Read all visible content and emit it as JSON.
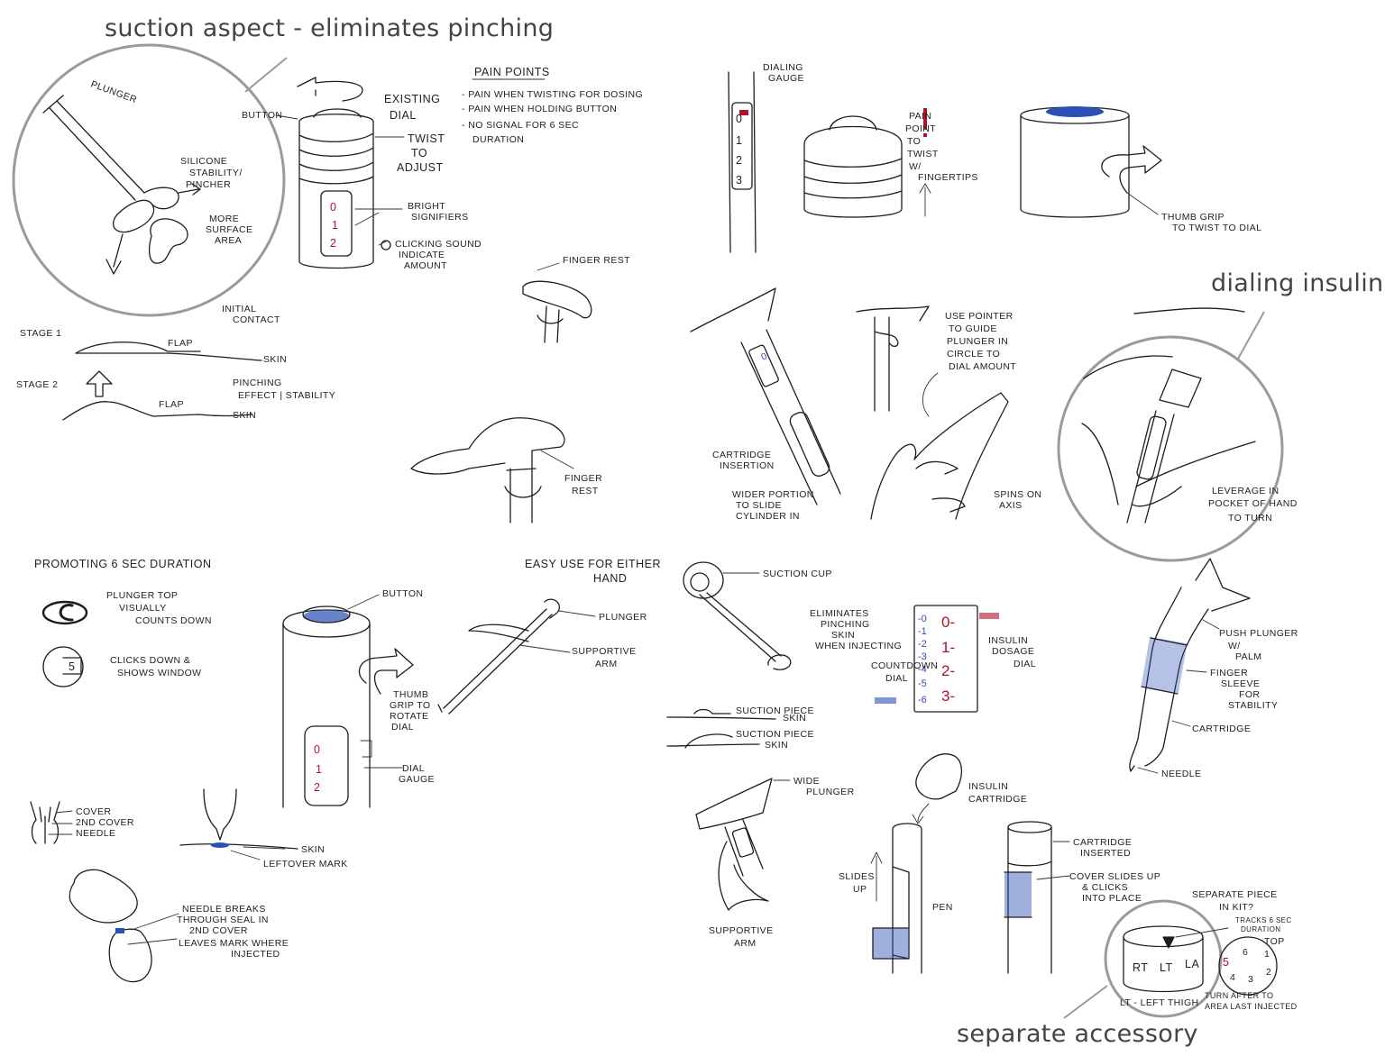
{
  "callouts": {
    "suction": "suction aspect - eliminates pinching",
    "dialing": "dialing insulin",
    "accessory": "separate accessory"
  },
  "pain_points": {
    "title": "PAIN POINTS",
    "items": [
      "- PAIN WHEN TWISTING FOR DOSING",
      "- PAIN WHEN HOLDING BUTTON",
      "- NO SIGNAL FOR 6 SEC",
      "DURATION"
    ]
  },
  "existing_dial": {
    "button": "BUTTON",
    "title_1": "EXISTING",
    "title_2": "DIAL",
    "twist_1": "TWIST",
    "twist_2": "TO",
    "twist_3": "ADJUST",
    "gauge": [
      "0",
      "1",
      "2"
    ],
    "bright_1": "BRIGHT",
    "bright_2": "SIGNIFIERS",
    "click_1": "CLICKING SOUND",
    "click_2": "INDICATE",
    "click_3": "AMOUNT"
  },
  "suction_circle": {
    "plunger": "PLUNGER",
    "silicone_1": "SILICONE",
    "silicone_2": "STABILITY/",
    "silicone_3": "PINCHER",
    "more_1": "MORE",
    "more_2": "SURFACE",
    "more_3": "AREA"
  },
  "stages": {
    "initial_1": "INITIAL",
    "initial_2": "CONTACT",
    "stage1": "STAGE 1",
    "flap1": "FLAP",
    "skin1": "SKIN",
    "stage2": "STAGE 2",
    "pinch_1": "PINCHING",
    "pinch_2": "EFFECT | STABILITY",
    "flap2": "FLAP",
    "skin2": "SKIN"
  },
  "finger_rest": {
    "top": "FINGER REST",
    "bottom_1": "FINGER",
    "bottom_2": "REST"
  },
  "dialing_gauge": {
    "label_1": "DIALING",
    "label_2": "GAUGE",
    "gauge": [
      "0",
      "1",
      "2",
      "3"
    ]
  },
  "pain_twist": {
    "pain_1": "PAIN",
    "pain_2": "POINT",
    "pain_3": "TO",
    "pain_4": "TWIST",
    "pain_5": "W/",
    "pain_6": "FINGERTIPS"
  },
  "thumb_grip": {
    "label_1": "THUMB GRIP",
    "label_2": "TO TWIST TO DIAL"
  },
  "pointer": {
    "label_1": "USE POINTER",
    "label_2": "TO GUIDE",
    "label_3": "PLUNGER IN",
    "label_4": "CIRCLE TO",
    "label_5": "DIAL AMOUNT",
    "cartridge_1": "CARTRIDGE",
    "cartridge_2": "INSERTION",
    "wider_1": "WIDER PORTION",
    "wider_2": "TO SLIDE",
    "wider_3": "CYLINDER IN",
    "spins_1": "SPINS ON",
    "spins_2": "AXIS"
  },
  "leverage": {
    "label_1": "LEVERAGE IN",
    "label_2": "POCKET OF HAND",
    "label_3": "TO TURN"
  },
  "duration": {
    "title": "PROMOTING 6 SEC DURATION",
    "plunger_1": "PLUNGER TOP",
    "plunger_2": "VISUALLY",
    "plunger_3": "COUNTS DOWN",
    "clicks_1": "CLICKS DOWN &",
    "clicks_2": "SHOWS WINDOW",
    "window_num": "5"
  },
  "button_grip": {
    "button": "BUTTON",
    "thumb_1": "THUMB",
    "thumb_2": "GRIP TO",
    "thumb_3": "ROTATE",
    "thumb_4": "DIAL",
    "gauge_1": "DIAL",
    "gauge_2": "GAUGE",
    "gauge": [
      "0",
      "1",
      "2"
    ]
  },
  "either_hand": {
    "label_1": "EASY USE FOR EITHER",
    "label_2": "HAND",
    "plunger": "PLUNGER",
    "arm_1": "SUPPORTIVE",
    "arm_2": "ARM"
  },
  "needle_cover": {
    "cover": "COVER",
    "cover2": "2ND COVER",
    "needle": "NEEDLE",
    "skin": "SKIN",
    "leftover": "LEFTOVER MARK",
    "breaks_1": "NEEDLE BREAKS",
    "breaks_2": "THROUGH SEAL IN",
    "breaks_3": "2ND COVER",
    "breaks_4": "LEAVES MARK WHERE",
    "breaks_5": "INJECTED"
  },
  "suction_cup": {
    "cup": "SUCTION CUP",
    "piece1_1": "SUCTION PIECE",
    "piece1_2": "SKIN",
    "piece2_1": "SUCTION PIECE",
    "piece2_2": "SKIN",
    "elim_1": "ELIMINATES",
    "elim_2": "PINCHING",
    "elim_3": "SKIN",
    "elim_4": "WHEN INJECTING"
  },
  "countdown": {
    "countdown_1": "COUNTDOWN",
    "countdown_2": "DIAL",
    "insulin_1": "INSULIN",
    "insulin_2": "DOSAGE",
    "insulin_3": "DIAL",
    "left": [
      "-0",
      "-1",
      "-2",
      "-3",
      "-4",
      "-5",
      "-6"
    ],
    "right": [
      "0-",
      "1-",
      "2-",
      "3-"
    ]
  },
  "push_plunger": {
    "push_1": "PUSH PLUNGER",
    "push_2": "W/",
    "push_3": "PALM",
    "finger_1": "FINGER",
    "finger_2": "SLEEVE",
    "finger_3": "FOR",
    "finger_4": "STABILITY",
    "cartridge": "CARTRIDGE",
    "needle": "NEEDLE"
  },
  "wide_plunger": {
    "wide_1": "WIDE",
    "wide_2": "PLUNGER",
    "arm_1": "SUPPORTIVE",
    "arm_2": "ARM"
  },
  "pen": {
    "insulin_1": "INSULIN",
    "insulin_2": "CARTRIDGE",
    "slides_1": "SLIDES",
    "slides_2": "UP",
    "pen": "PEN",
    "inserted_1": "CARTRIDGE",
    "inserted_2": "INSERTED",
    "cover_1": "COVER SLIDES UP",
    "cover_2": "& CLICKS",
    "cover_3": "INTO PLACE"
  },
  "accessory": {
    "q_1": "SEPARATE PIECE",
    "q_2": "IN KIT?",
    "tracks_1": "TRACKS 6 SEC",
    "tracks_2": "DURATION",
    "top": "TOP",
    "rt": "RT",
    "lt": "LT",
    "la": "LA",
    "thigh": "LT - LEFT THIGH",
    "turn_1": "TURN AFTER TO",
    "turn_2": "AREA LAST INJECTED",
    "dial": [
      "5",
      "6",
      "1",
      "4",
      "3",
      "2"
    ]
  }
}
